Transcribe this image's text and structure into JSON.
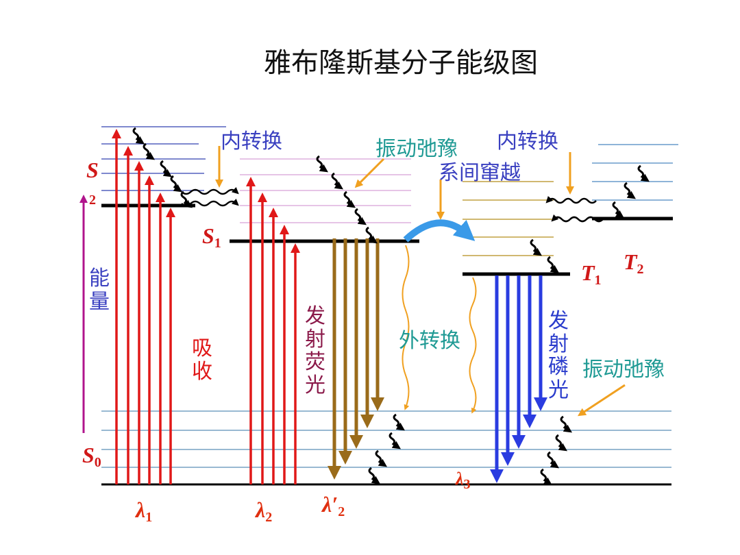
{
  "title": "雅布隆斯基分子能级图",
  "states": {
    "S2": "S",
    "S2_sub": "2",
    "S1": "S",
    "S1_sub": "1",
    "S0": "S",
    "S0_sub": "0",
    "T1": "T",
    "T1_sub": "1",
    "T2": "T",
    "T2_sub": "2"
  },
  "labels": {
    "energy": "能量",
    "absorption": "吸收",
    "fluorescence": "发射荧光",
    "phosphorescence": "发射磷光",
    "internal_conversion_left": "内转换",
    "internal_conversion_right": "内转换",
    "vibrational_relaxation_top": "振动弛豫",
    "vibrational_relaxation_bottom": "振动弛豫",
    "intersystem_crossing": "系间窜越",
    "external_conversion": "外转换"
  },
  "wavelengths": {
    "l1": "λ",
    "l1_sub": "1",
    "l2": "λ",
    "l2_sub": "2",
    "l2p": "λ′",
    "l2p_sub": "2",
    "l3": "λ",
    "l3_sub": "3"
  },
  "colors": {
    "absorb": "#e01818",
    "fluor": "#9a6b1a",
    "phos": "#2a3ce0",
    "orange": "#f0a020",
    "energy": "#b0148c",
    "teal": "#1f9a94",
    "blue_label": "#3a40c0"
  }
}
